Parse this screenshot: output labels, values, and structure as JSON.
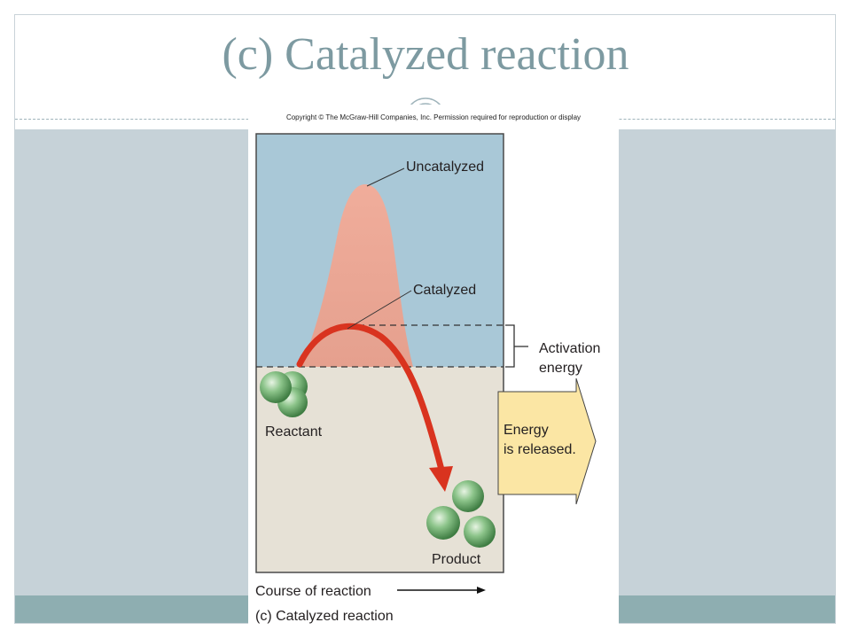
{
  "slide": {
    "title": "(c) Catalyzed reaction"
  },
  "figure": {
    "copyright": "Copyright © The McGraw-Hill Companies, Inc. Permission required for reproduction or display",
    "labels": {
      "uncatalyzed": "Uncatalyzed",
      "catalyzed": "Catalyzed",
      "activation_line1": "Activation",
      "activation_line2": "energy",
      "energy_line1": "Energy",
      "energy_line2": "is released.",
      "reactant": "Reactant",
      "product": "Product",
      "x_axis": "Course of reaction",
      "caption": "(c) Catalyzed reaction"
    },
    "colors": {
      "upper_region": "#a9c8d7",
      "lower_region": "#e6e1d6",
      "uncatalyzed_curve": "#e8a391",
      "catalyzed_arrow": "#d9331f",
      "energy_arrow": "#fbe6a4",
      "molecule": "#7dbb7c"
    }
  }
}
